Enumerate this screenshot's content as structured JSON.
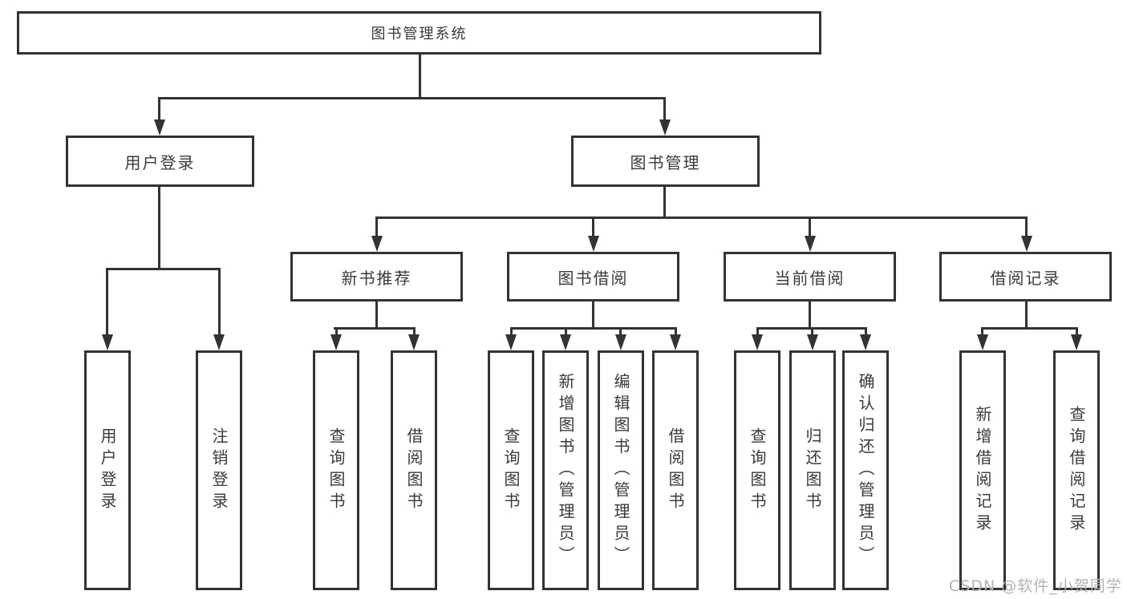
{
  "diagram": {
    "title": "图书管理系统",
    "level2": [
      {
        "label": "用户登录"
      },
      {
        "label": "图书管理"
      }
    ],
    "level3": [
      {
        "label": "新书推荐"
      },
      {
        "label": "图书借阅"
      },
      {
        "label": "当前借阅"
      },
      {
        "label": "借阅记录"
      }
    ],
    "leaves_user_login": [
      "用户登录",
      "注销登录"
    ],
    "leaves_new_book": [
      "查询图书",
      "借阅图书"
    ],
    "leaves_book_borrow": [
      "查询图书",
      "新增图书（管理员）",
      "编辑图书（管理员）",
      "借阅图书"
    ],
    "leaves_current_borrow": [
      "查询图书",
      "归还图书",
      "确认归还（管理员）"
    ],
    "leaves_borrow_record": [
      "新增借阅记录",
      "查询借阅记录"
    ]
  },
  "watermark": "CSDN @软件_小贺同学",
  "colors": {
    "line": "#333333",
    "text": "#3a3a3a",
    "watermark": "#b3b3b3",
    "background": "#ffffff"
  }
}
